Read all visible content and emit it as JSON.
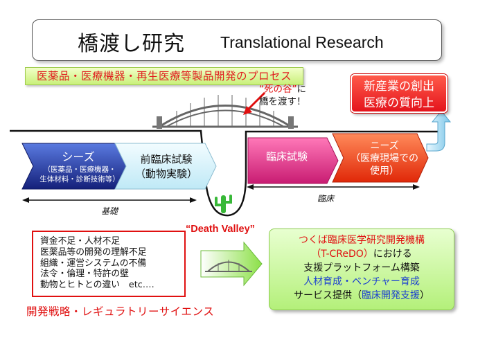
{
  "title": {
    "japanese": "橋渡し研究",
    "english": "Translational Research"
  },
  "process_label": "医薬品・医療機器・再生医療等製品開発のプロセス",
  "goal": {
    "line1": "新産業の創出",
    "line2": "医療の質向上"
  },
  "valley_callout": {
    "line1_red": "“死の谷”",
    "line1_black": "に",
    "line2": "橋を渡す！"
  },
  "stages": {
    "seeds": {
      "title": "シーズ",
      "sub1": "（医薬品・医療機器・",
      "sub2": "生体材料・診断技術等）"
    },
    "preclinical": {
      "line1": "前臨床試験",
      "line2": "（動物実験）"
    },
    "clinical": "臨床試験",
    "needs": {
      "title": "ニーズ",
      "sub1": "（医療現場での",
      "sub2": "使用）"
    }
  },
  "ranges": {
    "basic": "基礎",
    "clinical": "臨床"
  },
  "death_valley": "“Death Valley”",
  "problems": [
    "資金不足・人材不足",
    "医薬品等の開発の理解不足",
    "組織・運営システムの不備",
    "法令・倫理・特許の壁",
    "動物とヒトとの違い　etc…."
  ],
  "strategy": "開発戦略・レギュラトリーサイエンス",
  "support": {
    "org": "つくば臨床医学研究開発機構",
    "abbr": "（T-CReDO）",
    "abbr_suffix": "における",
    "line3": "支援プラットフォーム構築",
    "line4": "人材育成・ベンチャー育成",
    "line5_prefix": "サービス提供（",
    "line5_blue": "臨床開発支援",
    "line5_suffix": "）"
  },
  "colors": {
    "accent_red": "#e01010",
    "seeds_blue": "#1c2c9a",
    "clinical_pink": "#e0408c",
    "needs_orange": "#f04018",
    "support_green": "#b4f07a"
  }
}
